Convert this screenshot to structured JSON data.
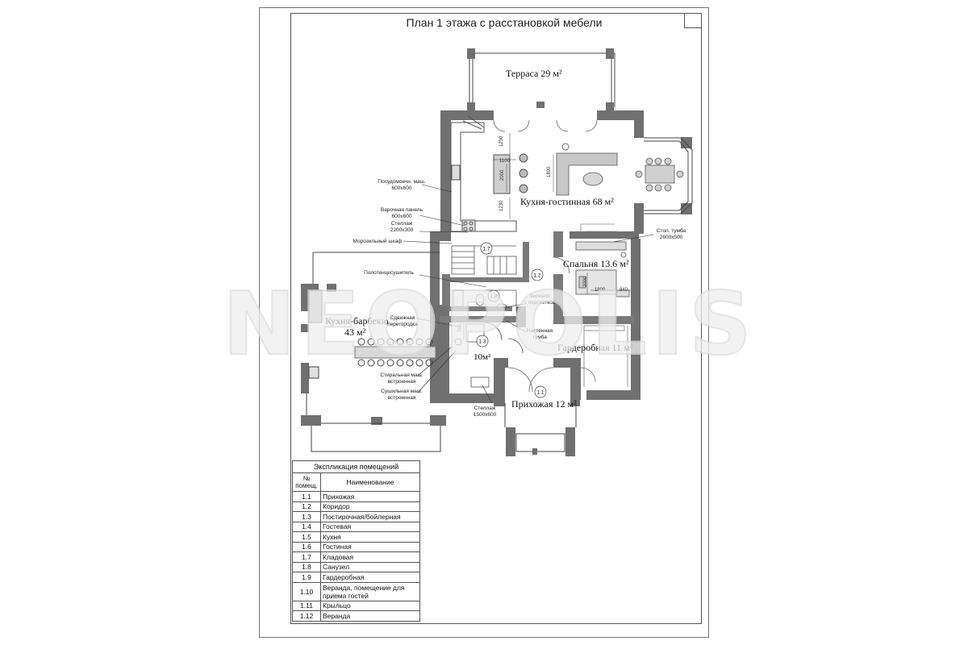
{
  "title": "План 1 этажа с расстановкой мебели",
  "watermark": "NEOPOLIS",
  "rooms": {
    "terrace": "Терраса 29 м²",
    "kitchen_living": "Кухня-гостинная 68 м²",
    "bedroom": "Спальня 13.6 м²",
    "bbq_kitchen_1": "Кухня-барбекю",
    "bbq_kitchen_2": "43 м²",
    "wardrobe": "Гардеробная 11 м²",
    "hall": "Прихожая 12 м²",
    "boiler_area": "10м²"
  },
  "room_tags": [
    "1.7",
    "1.2",
    "1.8",
    "1.3",
    "1.1"
  ],
  "notes": {
    "dishwasher_1": "Посудомоечн. маш.",
    "dishwasher_2": "600х600",
    "hob_1": "Варочная панель",
    "hob_2": "600х600",
    "rack_1": "Стеллаж",
    "rack_2": "2200х300",
    "freezer": "Морозильный шкаф",
    "towel_dryer": "Полотенцесушитель",
    "sliding_1": "Сдвижная",
    "sliding_2": "перегородка",
    "washer_1": "Стиральная маш.",
    "washer_2": "встроенная",
    "dryer_1": "Сушильная маш.",
    "dryer_2": "встроенная",
    "mirror_1": "Зеркало",
    "mirror_2": "с подсветкой",
    "wall_cab_1": "Настенная",
    "wall_cab_2": "тумба",
    "table_cab_1": "Стол. тумба",
    "table_cab_2": "2600х500",
    "hall_rack_1": "Стеллаж",
    "hall_rack_2": "1500х600"
  },
  "dims": [
    "1230",
    "1100",
    "2000",
    "1230",
    "1800",
    "2000",
    "1800",
    "840",
    "700"
  ],
  "legend": {
    "caption": "Экспликация помещений",
    "col_num_1": "№",
    "col_num_2": "помещ.",
    "col_name": "Наименование",
    "rows": [
      {
        "num": "1.1",
        "name": "Прихожая"
      },
      {
        "num": "1.2",
        "name": "Коридор"
      },
      {
        "num": "1.3",
        "name": "Постирочная/бойлерная"
      },
      {
        "num": "1.4",
        "name": "Гостевая"
      },
      {
        "num": "1.5",
        "name": "Кухня"
      },
      {
        "num": "1.6",
        "name": "Гостиная"
      },
      {
        "num": "1.7",
        "name": "Кладовая"
      },
      {
        "num": "1.8",
        "name": "Санузел"
      },
      {
        "num": "1.9",
        "name": "Гардеробная"
      },
      {
        "num": "1.10",
        "name": "Веранда, помещение для приема гостей"
      },
      {
        "num": "1.11",
        "name": "Крыльцо"
      },
      {
        "num": "1.12",
        "name": "Веранда"
      }
    ]
  },
  "colors": {
    "wall": "#707070",
    "line": "#444444",
    "furniture": "#b8b8b8"
  }
}
